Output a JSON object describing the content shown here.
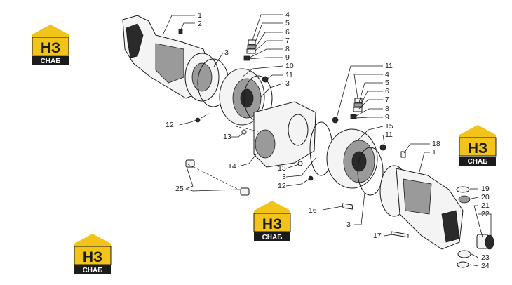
{
  "diagram": {
    "callouts": [
      "1",
      "2",
      "3",
      "4",
      "5",
      "6",
      "7",
      "8",
      "9",
      "10",
      "11",
      "3",
      "12",
      "13",
      "14",
      "13",
      "3",
      "12",
      "25",
      "11",
      "4",
      "5",
      "6",
      "7",
      "8",
      "9",
      "15",
      "11",
      "18",
      "1",
      "19",
      "20",
      "21",
      "22",
      "23",
      "24",
      "16",
      "17",
      "3"
    ]
  },
  "logos": [
    {
      "mark": "НЗ",
      "caption": "СНАБ"
    },
    {
      "mark": "НЗ",
      "caption": "СНАБ"
    },
    {
      "mark": "НЗ",
      "caption": "СНАБ"
    },
    {
      "mark": "НЗ",
      "caption": "СНАБ"
    }
  ],
  "colors": {
    "logo_yellow": "#f2c318",
    "logo_black": "#1b1b1b",
    "line": "#1a1a1a"
  }
}
